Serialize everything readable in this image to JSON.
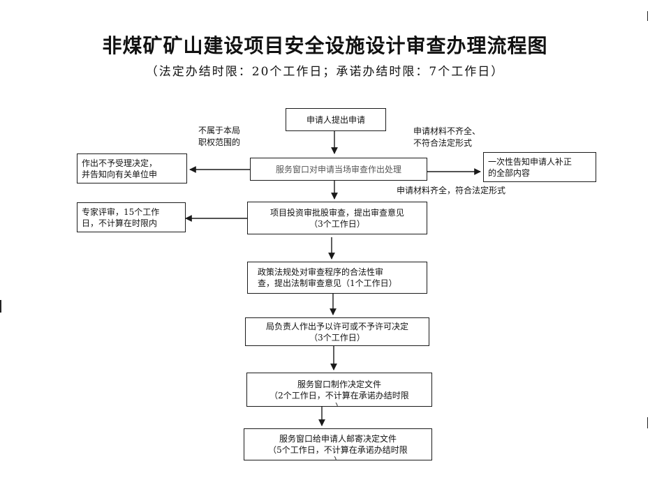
{
  "title": "非煤矿矿山建设项目安全设施设计审查办理流程图",
  "subtitle": "（法定办结时限：20个工作日；承诺办结时限：7个工作日）",
  "nodes": {
    "apply": {
      "lines": [
        "申请人提出申请"
      ]
    },
    "window_process": {
      "lines": [
        "服务窗口对申请当场审查作出处理"
      ]
    },
    "reject": {
      "lines": [
        "作出不予受理决定，",
        "并告知向有关单位申"
      ]
    },
    "correction": {
      "lines": [
        "一次性告知申请人补正",
        "的全部内容"
      ]
    },
    "expert": {
      "lines": [
        "专家评审，15个工作",
        "日，不计算在时限内"
      ]
    },
    "review": {
      "lines": [
        "项目投资审批股审查，提出审查意见",
        "（3个工作日）"
      ]
    },
    "legal": {
      "lines": [
        "政策法规处对审查程序的合法性审",
        "查，提出法制审查意见（1个工作日）"
      ]
    },
    "decision": {
      "lines": [
        "局负责人作出予以许可或不予许可决定",
        "（3个工作日）"
      ]
    },
    "make_doc": {
      "lines": [
        "服务窗口制作决定文件",
        "（2个工作日，不计算在承诺办结时限"
      ],
      "clipped": "）"
    },
    "mail_doc": {
      "lines": [
        "服务窗口给申请人邮寄决定文件",
        "（5个工作日，不计算在承诺办结时限"
      ],
      "clipped": "）"
    }
  },
  "notes": {
    "not_in_scope": [
      "不属于本局",
      "职权范围的"
    ],
    "incomplete": [
      "申请材料不齐全、",
      "不符合法定形式"
    ],
    "complete": [
      "申请材料齐全，符合法定形式"
    ]
  },
  "colors": {
    "line": "#1a1a1a",
    "muted_text": "#555555"
  }
}
